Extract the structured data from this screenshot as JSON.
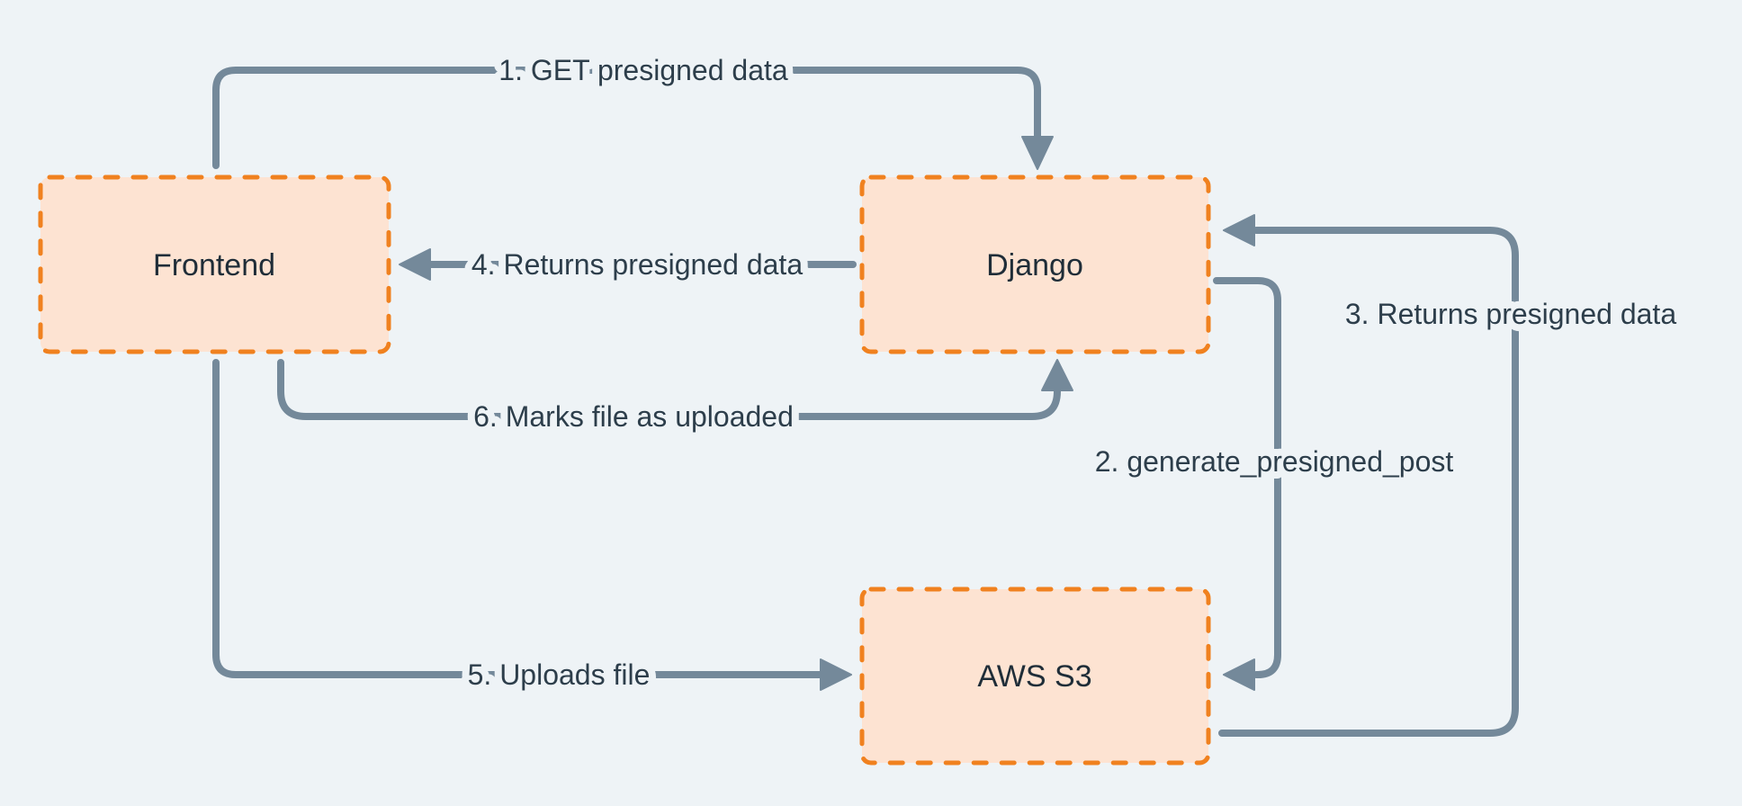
{
  "diagram": {
    "colors": {
      "background": "#eef3f6",
      "node_fill": "#fde3d2",
      "node_border": "#f0811f",
      "connector": "#74899a",
      "label_text": "#2d3e4b"
    },
    "nodes": [
      {
        "label": "Frontend"
      },
      {
        "label": "Django"
      },
      {
        "label": "AWS S3"
      }
    ],
    "edges": [
      {
        "label": "1. GET presigned data",
        "from": "Frontend",
        "to": "Django"
      },
      {
        "label": "2. generate_presigned_post",
        "from": "Django",
        "to": "AWS S3"
      },
      {
        "label": "3. Returns presigned data",
        "from": "AWS S3",
        "to": "Django"
      },
      {
        "label": "4. Returns presigned data",
        "from": "Django",
        "to": "Frontend"
      },
      {
        "label": "5. Uploads file",
        "from": "Frontend",
        "to": "AWS S3"
      },
      {
        "label": "6. Marks file as  uploaded",
        "from": "Frontend",
        "to": "Django"
      }
    ]
  }
}
